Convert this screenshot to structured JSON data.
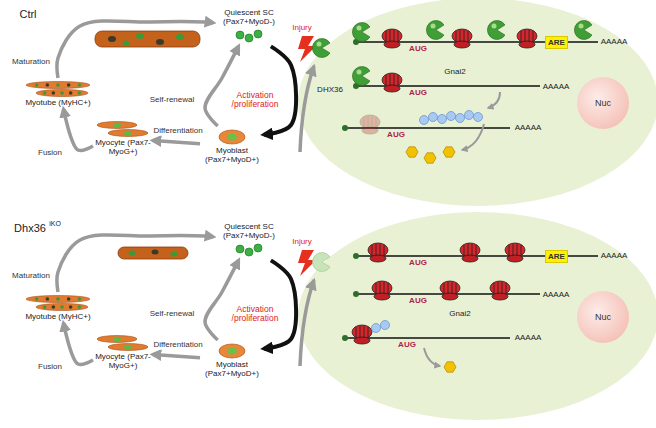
{
  "diagram": {
    "nodes": [
      {
        "text": [
          "Quiescent SC (Pax7+MyoD-)"
        ]
      },
      {
        "text": [
          "Myotube (MyHC+)"
        ]
      },
      {
        "text": [
          "Myocyte (Pax7-MyoG+)"
        ]
      },
      {
        "text": [
          "Myoblast (Pax7+MyoD+)"
        ]
      },
      {
        "text": [
          "ARE"
        ]
      },
      {
        "text": [
          "Nuc"
        ]
      },
      {
        "text": [
          "Quiescent SC (Pax7+MyoD-)"
        ]
      },
      {
        "text": [
          "Myotube (MyHC+)"
        ]
      },
      {
        "text": [
          "Myocyte (Pax7-MyoG+)"
        ]
      },
      {
        "text": [
          "Myoblast (Pax7+MyoD+)"
        ]
      },
      {
        "text": [
          "ARE"
        ]
      },
      {
        "text": [
          "Nuc"
        ]
      }
    ],
    "edges": [
      {
        "from": 0,
        "to": 3,
        "arrow": "to",
        "label": "Activation /proliferation"
      },
      {
        "from": 3,
        "to": 0,
        "arrow": "to",
        "label": "Self-renewal"
      },
      {
        "from": 3,
        "to": 2,
        "arrow": "to",
        "label": "Differentiation"
      },
      {
        "from": 2,
        "to": 1,
        "arrow": "to",
        "label": "Fusion"
      },
      {
        "from": 1,
        "to": 0,
        "arrow": "to",
        "label": "Maturation"
      },
      {
        "from": 6,
        "to": 9,
        "arrow": "to",
        "label": "Activation /proliferation"
      },
      {
        "from": 9,
        "to": 6,
        "arrow": "to",
        "label": "Self-renewal"
      },
      {
        "from": 9,
        "to": 8,
        "arrow": "to",
        "label": "Differentiation"
      },
      {
        "from": 8,
        "to": 7,
        "arrow": "to",
        "label": "Fusion"
      },
      {
        "from": 7,
        "to": 6,
        "arrow": "to",
        "label": "Maturation"
      }
    ],
    "labels": [
      "Ctrl",
      "Injury",
      "DHX36",
      "AUG",
      "AAAAA",
      "Gnai2",
      "AUG",
      "AAAAA",
      "AUG",
      "AAAAA",
      "Dhx36",
      "iKO",
      "Injury",
      "AUG",
      "AAAAA",
      "AUG",
      "AAAAA",
      "Gnai2",
      "AUG",
      "AAAAA"
    ]
  }
}
